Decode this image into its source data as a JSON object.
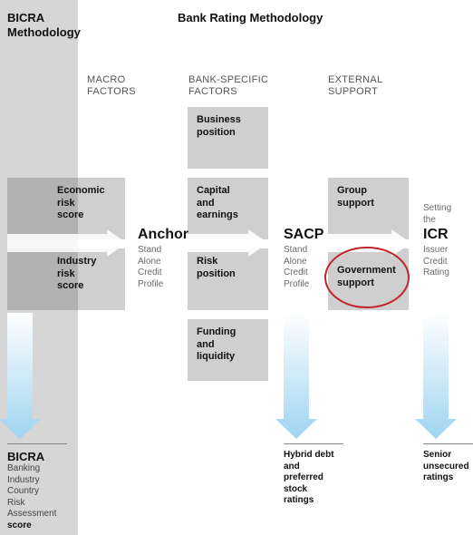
{
  "bicra_header": {
    "line1": "BICRA",
    "line2": "Methodology"
  },
  "title": "Bank Rating Methodology",
  "columns": {
    "macro": {
      "line1": "MACRO",
      "line2": "FACTORS"
    },
    "bank_specific": {
      "line1": "BANK-SPECIFIC",
      "line2": "FACTORS"
    },
    "external": {
      "line1": "EXTERNAL",
      "line2": "SUPPORT"
    }
  },
  "macro_boxes": [
    {
      "lines": [
        "Economic",
        "risk",
        "score"
      ]
    },
    {
      "lines": [
        "Industry",
        "risk",
        "score"
      ]
    }
  ],
  "bank_boxes": [
    {
      "lines": [
        "Business",
        "position"
      ]
    },
    {
      "lines": [
        "Capital",
        "and",
        "earnings"
      ]
    },
    {
      "lines": [
        "Risk",
        "position"
      ]
    },
    {
      "lines": [
        "Funding",
        "and",
        "liquidity"
      ]
    }
  ],
  "external_boxes": [
    {
      "lines": [
        "Group",
        "support"
      ]
    },
    {
      "lines": [
        "Government",
        "support"
      ]
    }
  ],
  "anchor": {
    "label": "Anchor",
    "lines": [
      "Stand",
      "Alone",
      "Credit",
      "Profile"
    ]
  },
  "sacp": {
    "label": "SACP",
    "lines": [
      "Stand",
      "Alone",
      "Credit",
      "Profile"
    ]
  },
  "icr": {
    "pre_lines": [
      "Setting",
      "the"
    ],
    "label": "ICR",
    "lines": [
      "Issuer",
      "Credit",
      "Rating"
    ]
  },
  "bicra_footer": {
    "title": "BICRA",
    "lines": [
      "Banking",
      "Industry",
      "Country",
      "Risk",
      "Assessment"
    ],
    "last": "score"
  },
  "sacp_footer": {
    "lines": [
      "Hybrid debt",
      "and",
      "preferred",
      "stock",
      "ratings"
    ]
  },
  "icr_footer": {
    "lines": [
      "Senior",
      "unsecured",
      "ratings"
    ]
  },
  "colors": {
    "highlight_circle": "#c0272d",
    "down_arrow": "#9fd4f0"
  }
}
